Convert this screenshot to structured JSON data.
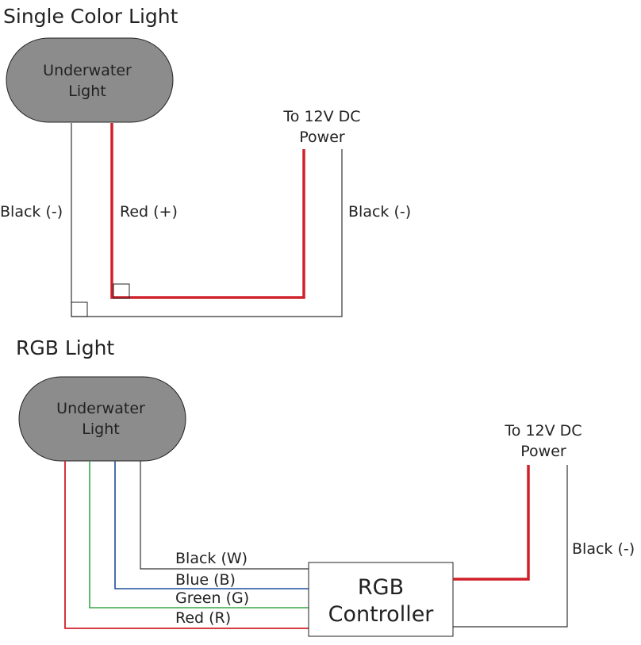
{
  "single": {
    "title": "Single Color Light",
    "light_line1": "Underwater",
    "light_line2": "Light",
    "power_line1": "To 12V DC",
    "power_line2": "Power",
    "black_left": "Black (-)",
    "red": "Red (+)",
    "black_right": "Black (-)"
  },
  "rgb": {
    "title": "RGB Light",
    "light_line1": "Underwater",
    "light_line2": "Light",
    "power_line1": "To 12V DC",
    "power_line2": "Power",
    "black_w": "Black (W)",
    "blue_b": "Blue (B)",
    "green_g": "Green (G)",
    "red_r": "Red (R)",
    "black_right": "Black (-)",
    "controller_line1": "RGB",
    "controller_line2": "Controller"
  },
  "colors": {
    "light_fill": "#8c8c8c",
    "red_wire": "#d0202a",
    "blue_wire": "#1f4e9c",
    "green_wire": "#3aa64a",
    "black_wire": "#333333"
  }
}
